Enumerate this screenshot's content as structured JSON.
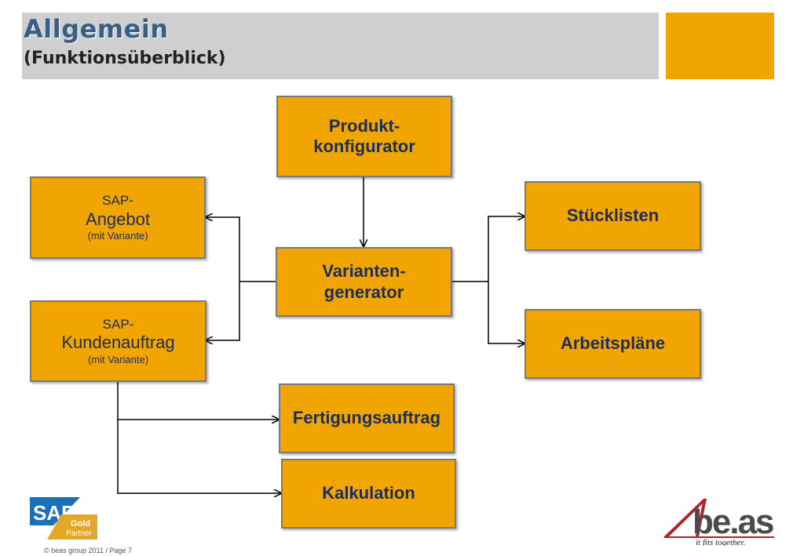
{
  "header": {
    "title": "Allgemein",
    "subtitle": "(Funktionsüberblick)"
  },
  "colors": {
    "box_fill": "#f0a500",
    "title_bar": "#cfcfcf",
    "accent": "#f0a500",
    "title_text": "#3a5f86",
    "box_text": "#1f2d55"
  },
  "diagram": {
    "produkt": {
      "line1": "Produkt-",
      "line2": "konfigurator"
    },
    "angebot": {
      "prefix": "SAP-",
      "name": "Angebot",
      "note": "(mit Variante)"
    },
    "variante": {
      "line1": "Varianten-",
      "line2": "generator"
    },
    "kundenauftrag": {
      "prefix": "SAP-",
      "name": "Kundenauftrag",
      "note": "(mit Variante)"
    },
    "stuecklisten": {
      "label": "Stücklisten"
    },
    "arbeitsplaene": {
      "label": "Arbeitspläne"
    },
    "fertigung": {
      "label": "Fertigungsauftrag"
    },
    "kalkulation": {
      "label": "Kalkulation"
    }
  },
  "footer": {
    "copyright": "© beas group 2011 / Page 7",
    "sap_logo": {
      "text": "SAP",
      "badge_line1": "Gold",
      "badge_line2": "Partner"
    },
    "beas_logo": {
      "text": "be.as",
      "tagline": "it fits together."
    }
  }
}
